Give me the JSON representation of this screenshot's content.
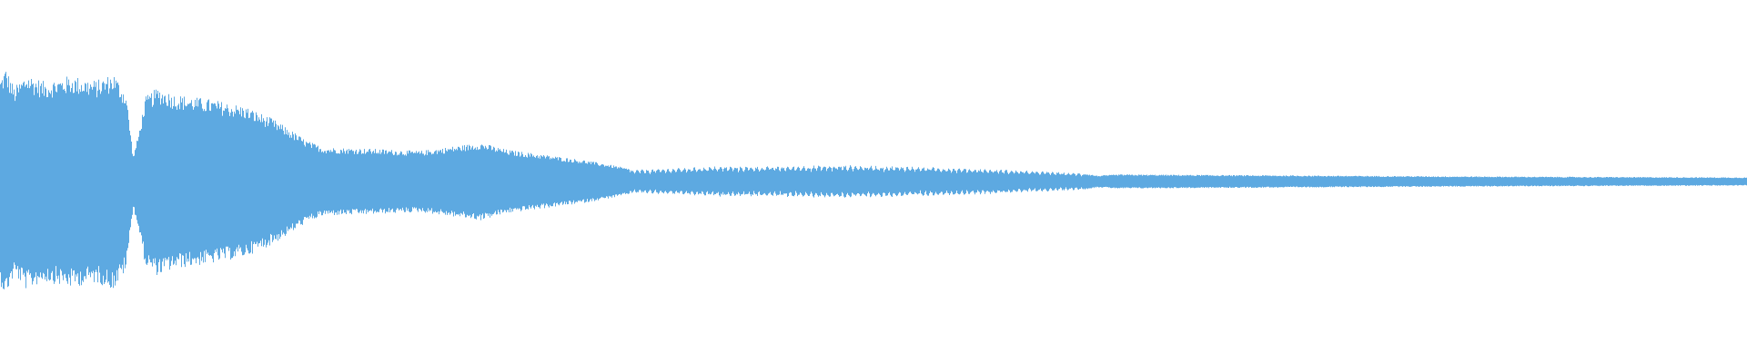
{
  "waveform": {
    "color": "#5DA9E1",
    "background": "#FFFFFF",
    "envelope": [
      [
        0.0,
        0.88
      ],
      [
        0.003,
        0.97
      ],
      [
        0.008,
        0.8
      ],
      [
        0.015,
        0.92
      ],
      [
        0.025,
        0.85
      ],
      [
        0.04,
        0.9
      ],
      [
        0.055,
        0.86
      ],
      [
        0.065,
        0.92
      ],
      [
        0.072,
        0.75
      ],
      [
        0.076,
        0.22
      ],
      [
        0.079,
        0.4
      ],
      [
        0.083,
        0.72
      ],
      [
        0.09,
        0.8
      ],
      [
        0.1,
        0.74
      ],
      [
        0.12,
        0.7
      ],
      [
        0.14,
        0.64
      ],
      [
        0.155,
        0.54
      ],
      [
        0.165,
        0.45
      ],
      [
        0.175,
        0.35
      ],
      [
        0.185,
        0.29
      ],
      [
        0.21,
        0.28
      ],
      [
        0.24,
        0.26
      ],
      [
        0.26,
        0.3
      ],
      [
        0.275,
        0.33
      ],
      [
        0.29,
        0.27
      ],
      [
        0.31,
        0.23
      ],
      [
        0.335,
        0.18
      ],
      [
        0.35,
        0.14
      ],
      [
        0.362,
        0.1
      ],
      [
        0.38,
        0.11
      ],
      [
        0.41,
        0.13
      ],
      [
        0.44,
        0.13
      ],
      [
        0.48,
        0.14
      ],
      [
        0.52,
        0.13
      ],
      [
        0.56,
        0.11
      ],
      [
        0.6,
        0.085
      ],
      [
        0.62,
        0.07
      ],
      [
        0.628,
        0.05
      ],
      [
        0.64,
        0.06
      ],
      [
        0.7,
        0.055
      ],
      [
        0.76,
        0.05
      ],
      [
        0.82,
        0.045
      ],
      [
        0.9,
        0.04
      ],
      [
        1.0,
        0.035
      ]
    ],
    "clip_notch": 0.3
  }
}
